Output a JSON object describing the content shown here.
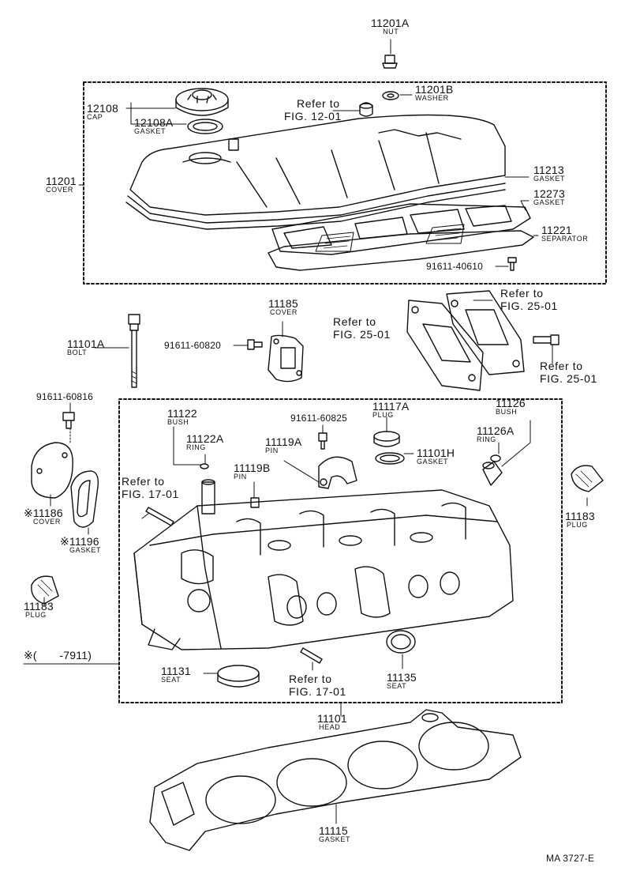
{
  "drawing_code": "MA 3727-E",
  "footnote": "※(       -7911)",
  "parts": {
    "nut_11201A": {
      "num": "11201A",
      "name": "NUT"
    },
    "washer_11201B": {
      "num": "11201B",
      "name": "WASHER"
    },
    "cap_12108": {
      "num": "12108",
      "name": "CAP"
    },
    "gasket_12108A": {
      "num": "12108A",
      "name": "GASKET"
    },
    "cover_11201": {
      "num": "11201",
      "name": "COVER"
    },
    "gasket_11213": {
      "num": "11213",
      "name": "GASKET"
    },
    "gasket_12273": {
      "num": "12273",
      "name": "GASKET"
    },
    "separator_11221": {
      "num": "11221",
      "name": "SEPARATOR"
    },
    "screw_91611_40610": {
      "num": "91611-40610"
    },
    "bolt_11101A": {
      "num": "11101A",
      "name": "BOLT"
    },
    "cover_11185": {
      "num": "11185",
      "name": "COVER"
    },
    "screw_91611_60820": {
      "num": "91611-60820"
    },
    "screw_91611_60816": {
      "num": "91611-60816"
    },
    "bush_11122": {
      "num": "11122",
      "name": "BUSH"
    },
    "ring_11122A": {
      "num": "11122A",
      "name": "RING"
    },
    "screw_91611_60825": {
      "num": "91611-60825"
    },
    "plug_11117A": {
      "num": "11117A",
      "name": "PLUG"
    },
    "bush_11126": {
      "num": "11126",
      "name": "BUSH"
    },
    "ring_11126A": {
      "num": "11126A",
      "name": "RING"
    },
    "pin_11119A": {
      "num": "11119A",
      "name": "PIN"
    },
    "gasket_11101H": {
      "num": "11101H",
      "name": "GASKET"
    },
    "pin_11119B": {
      "num": "11119B",
      "name": "PIN"
    },
    "cover_11186": {
      "num": "※11186",
      "name": "COVER"
    },
    "gasket_11196": {
      "num": "※11196",
      "name": "GASKET"
    },
    "plug_11183_right": {
      "num": "11183",
      "name": "PLUG"
    },
    "plug_11183_left": {
      "num": "11183",
      "name": "PLUG"
    },
    "seat_11131": {
      "num": "11131",
      "name": "SEAT"
    },
    "seat_11135": {
      "num": "11135",
      "name": "SEAT"
    },
    "head_11101": {
      "num": "11101",
      "name": "HEAD"
    },
    "gasket_11115": {
      "num": "11115",
      "name": "GASKET"
    }
  },
  "references": {
    "fig_12_01": {
      "line1": "Refer to",
      "line2": "FIG. 12-01"
    },
    "fig_25_01_a": {
      "line1": "Refer to",
      "line2": "FIG. 25-01"
    },
    "fig_25_01_b": {
      "line1": "Refer to",
      "line2": "FIG. 25-01"
    },
    "fig_25_01_c": {
      "line1": "Refer to",
      "line2": "FIG. 25-01"
    },
    "fig_17_01_a": {
      "line1": "Refer to",
      "line2": "FIG. 17-01"
    },
    "fig_17_01_b": {
      "line1": "Refer to",
      "line2": "FIG. 17-01"
    }
  }
}
